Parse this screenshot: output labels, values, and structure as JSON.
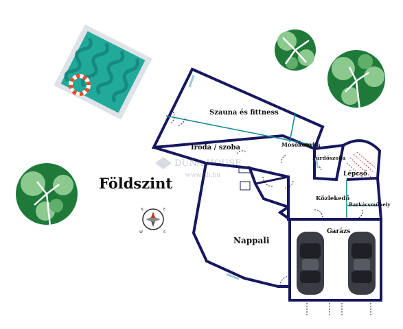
{
  "floor_label": "Földszint",
  "rooms": {
    "sauna": "Szauna és fittness",
    "office": "Iroda / szoba",
    "laundry": "Mosókonyha",
    "bathroom": "Fürdőszoba",
    "stairs": "Lépcső",
    "corridor": "Közlekedő",
    "workshop": "Barkácsműhely",
    "garage": "Garázs",
    "living": "Nappali"
  },
  "watermark": {
    "brand": "DUNA HOUSE",
    "url": "www.dh.hu"
  },
  "compass": {
    "n": "N",
    "e": "E",
    "s": "S",
    "w": "W"
  },
  "colors": {
    "wall": "#16175e",
    "inner_wall": "#1a8a9a",
    "pool_water": "#21a99a",
    "pool_frame": "#dfe3e8",
    "tree_dark": "#1f7a3a",
    "tree_light": "#8cc98f",
    "car": "#3a3d44",
    "stairs_line": "#c0392b"
  },
  "icons": [
    "pool-icon",
    "lifebuoy-icon",
    "tree-icon",
    "car-icon",
    "compass-icon"
  ]
}
